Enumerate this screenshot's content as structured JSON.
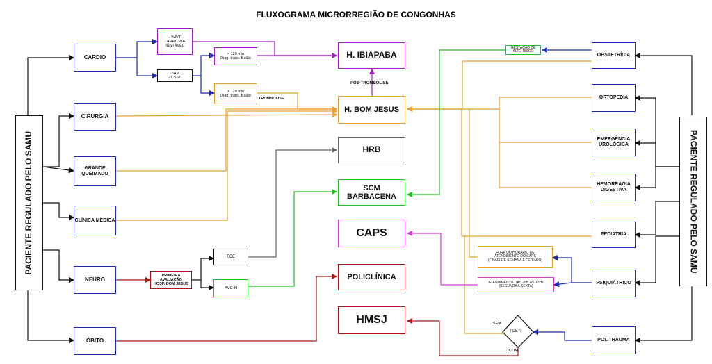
{
  "title": "FLUXOGRAMA MICRORREGIÃO DE CONGONHAS",
  "left_source": "PACIENTE REGULADO PELO SAMU",
  "right_source": "PACIENTE REGULADO PELO SAMU",
  "left_nodes": {
    "cardio": "CARDIO",
    "cirurgia": "CIRURGIA",
    "grande_queimado": "GRANDE QUEIMADO",
    "clinica_medica": "CLÍNICA MÉDICA",
    "neuro": "NEURO",
    "obito": "ÓBITO"
  },
  "cardio_sub": {
    "bavt": "- BAVT\n- ARRITMIA\nINSTÁVEL",
    "iam": "- IAM\n- CSST",
    "menos_120": "< 120 min\nDiag. trans. Balão",
    "mais_120": "> 120 min\nDiag. trans. Balão",
    "tromboslise": "TROMBOLISE"
  },
  "neuro_sub": {
    "primeira": "PRIMEIRA\nAVALIAÇÃO\nHOSP. BOM JESUS",
    "tce": "TCE",
    "avch": "AVC-H"
  },
  "destinations": {
    "ibiapaba": "H. IBIAPABA",
    "pos_tromb": "PÓS-TROMBOLISE",
    "bom_jesus": "H. BOM JESUS",
    "hrb": "HRB",
    "scm": "SCM\nBARBACENA",
    "caps": "CAPS",
    "policlinica": "POLICLÍNICA",
    "hmsj": "HMSJ"
  },
  "right_nodes": {
    "obstetricia": "OBSTETRÍCIA",
    "ortopedia": "ORTOPEDIA",
    "emergencia": "EMERGÊNCIA\nUROLÓGICA",
    "hemorragia": "HEMORRAGIA\nDIGESTIVA",
    "pediatria": "PEDIATRIA",
    "psiquiatrico": "PSIQUIÁTRICO",
    "politrauma": "POLITRAUMA"
  },
  "right_sub": {
    "gestacao": "GESTAÇÃO DE\nALTO RISCO",
    "fora_horario": "FORA DO HORÁRIO DE\nATENDIMENTO DO CAPS\n(FINAIS DE SEMANA E FERIADO)",
    "atendimento": "ATENDIMENTO DAS 7Hs ÀS 17Hs\n(SEGUNDA A SEXTA)",
    "tce_q": "TCE ?",
    "sem": "SEM",
    "com": "COM"
  },
  "colors": {
    "blue": "#1f2bb0",
    "orange": "#e8a030",
    "purple": "#a020c0",
    "green": "#22c022",
    "red": "#b01818",
    "gray": "#666666",
    "pink": "#d040d0",
    "black": "#111111"
  }
}
